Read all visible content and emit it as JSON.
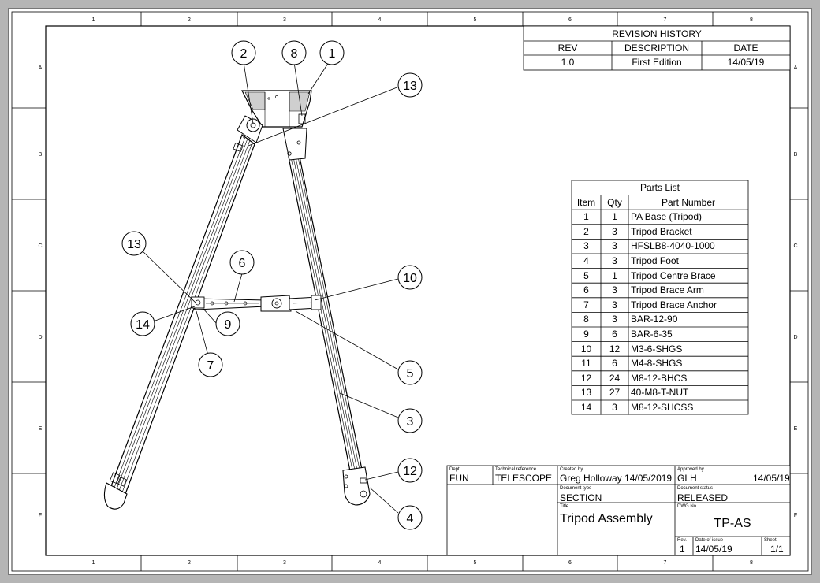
{
  "border": {
    "columns": [
      "1",
      "2",
      "3",
      "4",
      "5",
      "6",
      "7",
      "8"
    ],
    "rows": [
      "A",
      "B",
      "C",
      "D",
      "E",
      "F"
    ]
  },
  "revision_history": {
    "title": "REVISION HISTORY",
    "headers": [
      "REV",
      "DESCRIPTION",
      "DATE"
    ],
    "rows": [
      [
        "1.0",
        "First Edition",
        "14/05/19"
      ]
    ]
  },
  "parts_list": {
    "title": "Parts List",
    "headers": [
      "Item",
      "Qty",
      "Part Number"
    ],
    "rows": [
      [
        "1",
        "1",
        "PA Base (Tripod)"
      ],
      [
        "2",
        "3",
        "Tripod Bracket"
      ],
      [
        "3",
        "3",
        "HFSLB8-4040-1000"
      ],
      [
        "4",
        "3",
        "Tripod Foot"
      ],
      [
        "5",
        "1",
        "Tripod Centre Brace"
      ],
      [
        "6",
        "3",
        "Tripod Brace Arm"
      ],
      [
        "7",
        "3",
        "Tripod Brace Anchor"
      ],
      [
        "8",
        "3",
        "BAR-12-90"
      ],
      [
        "9",
        "6",
        "BAR-6-35"
      ],
      [
        "10",
        "12",
        "M3-6-SHGS"
      ],
      [
        "11",
        "6",
        "M4-8-SHGS"
      ],
      [
        "12",
        "24",
        "M8-12-BHCS"
      ],
      [
        "13",
        "27",
        "40-M8-T-NUT"
      ],
      [
        "14",
        "3",
        "M8-12-SHCSS"
      ]
    ]
  },
  "balloons": [
    "1",
    "2",
    "8",
    "13",
    "13",
    "6",
    "10",
    "14",
    "9",
    "7",
    "5",
    "3",
    "12",
    "4"
  ],
  "title_block": {
    "dept_label": "Dept.",
    "dept": "FUN",
    "tech_ref_label": "Technical reference",
    "tech_ref": "TELESCOPE",
    "created_by_label": "Created by",
    "created_by": "Greg Holloway  14/05/2019",
    "approved_by_label": "Approved by",
    "approved_by": "GLH",
    "approved_date": "14/05/19",
    "doc_type_label": "Document type",
    "doc_type": "SECTION",
    "doc_status_label": "Document status",
    "doc_status": "RELEASED",
    "title_label": "Title",
    "title": "Tripod Assembly",
    "dwg_no_label": "DWG No.",
    "dwg_no": "TP-AS",
    "rev_label": "Rev.",
    "rev": "1",
    "date_of_issue_label": "Date of issue",
    "date_of_issue": "14/05/19",
    "sheet_label": "Sheet",
    "sheet": "1/1"
  }
}
